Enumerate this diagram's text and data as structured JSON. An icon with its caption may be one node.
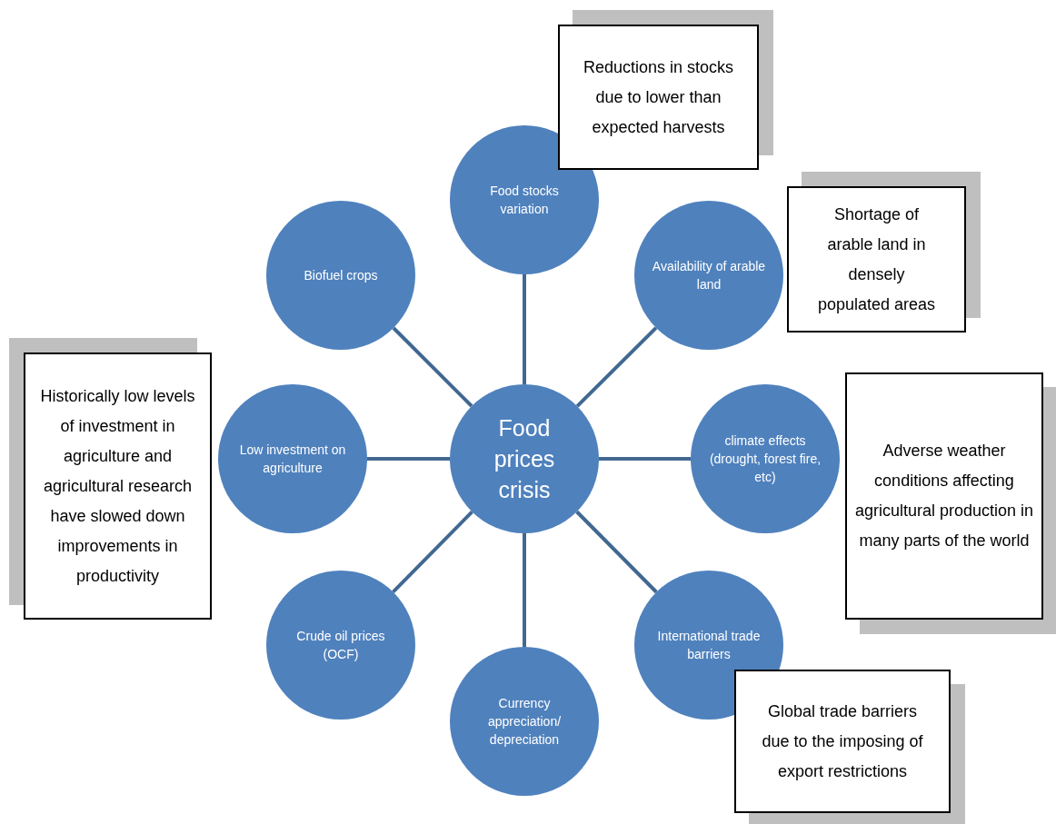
{
  "diagram": {
    "nodes": [
      {
        "text": [
          "Reductions in stocks due to lower than expected harvests"
        ]
      },
      {
        "text": [
          "Food stocks variation"
        ]
      },
      {
        "text": [
          "Shortage of arable land in densely populated areas"
        ]
      },
      {
        "text": [
          "Availability of arable land"
        ]
      },
      {
        "text": [
          "Biofuel crops"
        ]
      },
      {
        "text": [
          "Historically low levels of investment in agriculture and agricultural research have slowed down improvements in productivity"
        ]
      },
      {
        "text": [
          "Low investment on agriculture"
        ]
      },
      {
        "text": [
          "Food prices crisis"
        ]
      },
      {
        "text": [
          "climate effects (drought, forest fire, etc)"
        ]
      },
      {
        "text": [
          "Adverse weather conditions affecting agricultural production in many parts of the world"
        ]
      },
      {
        "text": [
          "Crude oil prices (OCF)"
        ]
      },
      {
        "text": [
          "International trade barriers"
        ]
      },
      {
        "text": [
          "Currency appreciation/ depreciation"
        ]
      },
      {
        "text": [
          "Global trade barriers due to the imposing of export restrictions"
        ]
      }
    ],
    "edges": [
      {
        "from": 7,
        "to": 1,
        "arrow": "none"
      },
      {
        "from": 7,
        "to": 3,
        "arrow": "none"
      },
      {
        "from": 7,
        "to": 8,
        "arrow": "none"
      },
      {
        "from": 7,
        "to": 11,
        "arrow": "none"
      },
      {
        "from": 7,
        "to": 12,
        "arrow": "none"
      },
      {
        "from": 7,
        "to": 10,
        "arrow": "none"
      },
      {
        "from": 7,
        "to": 6,
        "arrow": "none"
      },
      {
        "from": 7,
        "to": 4,
        "arrow": "none"
      }
    ]
  }
}
